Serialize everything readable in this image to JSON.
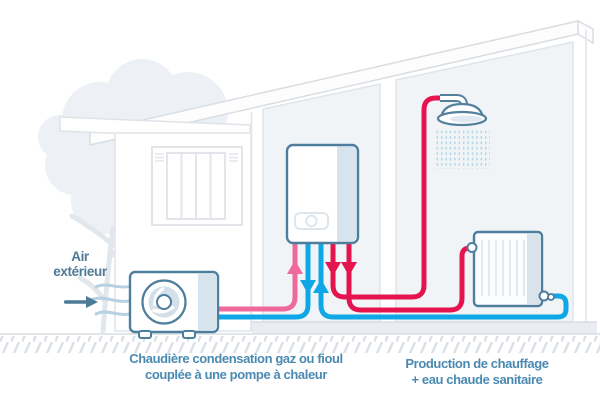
{
  "scene": {
    "air_label": {
      "line1": "Air",
      "line2": "extérieur"
    },
    "captions": {
      "boiler": {
        "line1": "Chaudière condensation gaz ou fioul",
        "line2": "couplée à une pompe à chaleur"
      },
      "production": {
        "line1": "Production de chauffage",
        "line2": "+ eau chaude sanitaire"
      }
    }
  },
  "colors": {
    "hot_water_pipe": "#e5134e",
    "warm_pipe": "#f0699c",
    "cold_pipe": "#10a7e6",
    "appliance_outline": "#4e7e9d",
    "panel_shade": "#d8e4ed",
    "wall_fill": "#f1f4f6",
    "outline_grey": "#e0e4e9",
    "label_blue": "#4a8ab2",
    "air_label_blue": "#4d7a96",
    "spray_blue": "#aed3e8"
  },
  "components": [
    "tree",
    "house",
    "window-shutter",
    "heat-pump",
    "boiler",
    "shower",
    "radiator",
    "air-flow-arrow",
    "ground-hatch"
  ]
}
